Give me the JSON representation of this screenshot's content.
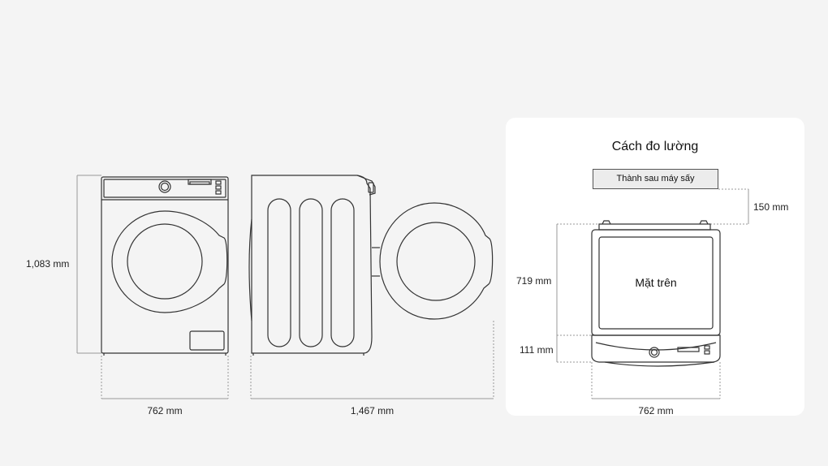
{
  "front_view": {
    "height_label": "1,083 mm",
    "width_label": "762 mm"
  },
  "side_view": {
    "depth_label": "1,467 mm"
  },
  "measure_panel": {
    "title": "Cách đo lường",
    "rear_wall_label": "Thành sau máy sấy",
    "clearance_label": "150 mm",
    "top_label": "Mặt trên",
    "top_depth_label": "719 mm",
    "pedestal_label": "111 mm",
    "width_label": "762 mm"
  },
  "colors": {
    "background": "#f4f4f4",
    "panel": "#ffffff",
    "line": "#333333",
    "dim_line": "#999999"
  }
}
